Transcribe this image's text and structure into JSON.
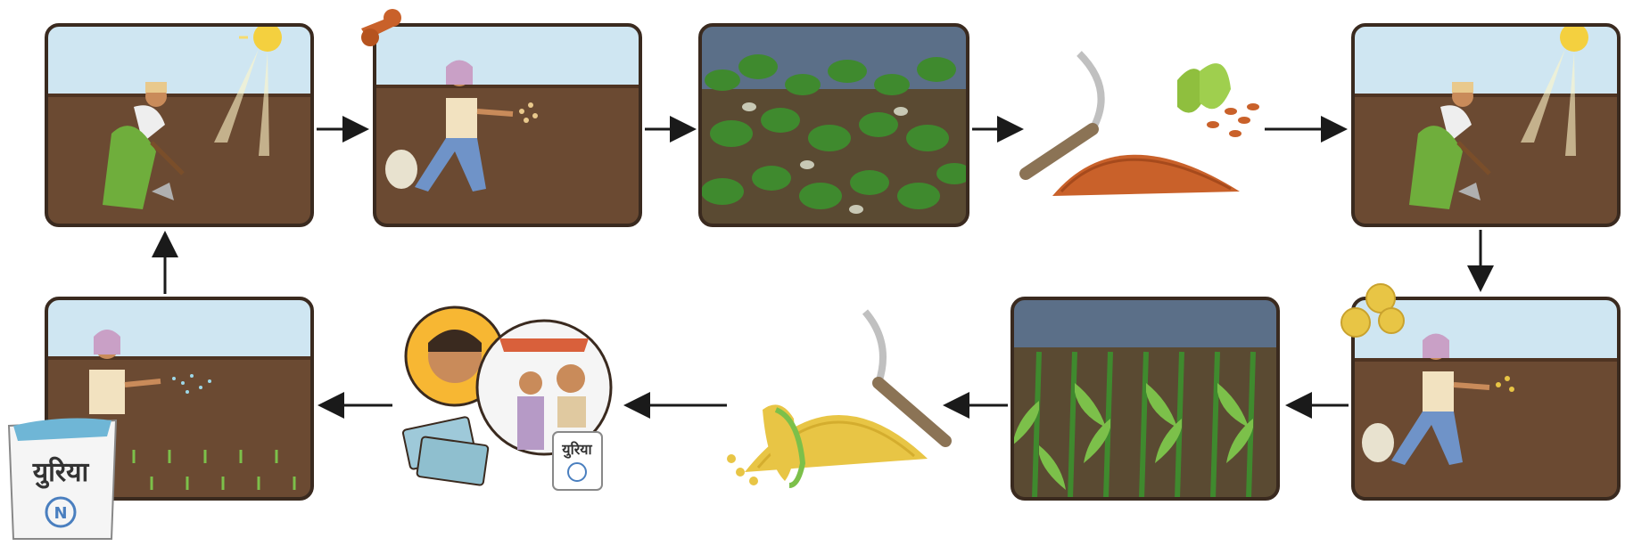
{
  "diagram": {
    "type": "crop-rotation-cycle",
    "palette": {
      "sky": "#cfe6f2",
      "soil": "#6b4a32",
      "soil_dark": "#4f3422",
      "frame": "#3a2a1f",
      "arrow": "#1a1a1a",
      "leaf": "#3f8a2e",
      "leaf_light": "#7cc04a",
      "grain": "#e8c545",
      "lentil": "#c9612a"
    },
    "urea_bag_label": "युरिया",
    "nitrogen_symbol": "N",
    "steps": [
      {
        "id": "tilling-1",
        "icon": "farmer-hoeing-icon"
      },
      {
        "id": "sowing-legume",
        "icon": "lentil-seed-icon"
      },
      {
        "id": "legume-growing",
        "icon": "legume-plants-icon"
      },
      {
        "id": "legume-harvest",
        "icon": "sickle-lentil-pile-icon"
      },
      {
        "id": "tilling-2",
        "icon": "farmer-hoeing-icon"
      },
      {
        "id": "sowing-maize",
        "icon": "maize-seed-icon"
      },
      {
        "id": "maize-growing",
        "icon": "maize-plants-icon"
      },
      {
        "id": "maize-harvest",
        "icon": "sickle-maize-pile-icon"
      },
      {
        "id": "buying-urea",
        "icon": "market-purchase-icon"
      },
      {
        "id": "applying-urea",
        "icon": "urea-application-icon"
      }
    ]
  }
}
